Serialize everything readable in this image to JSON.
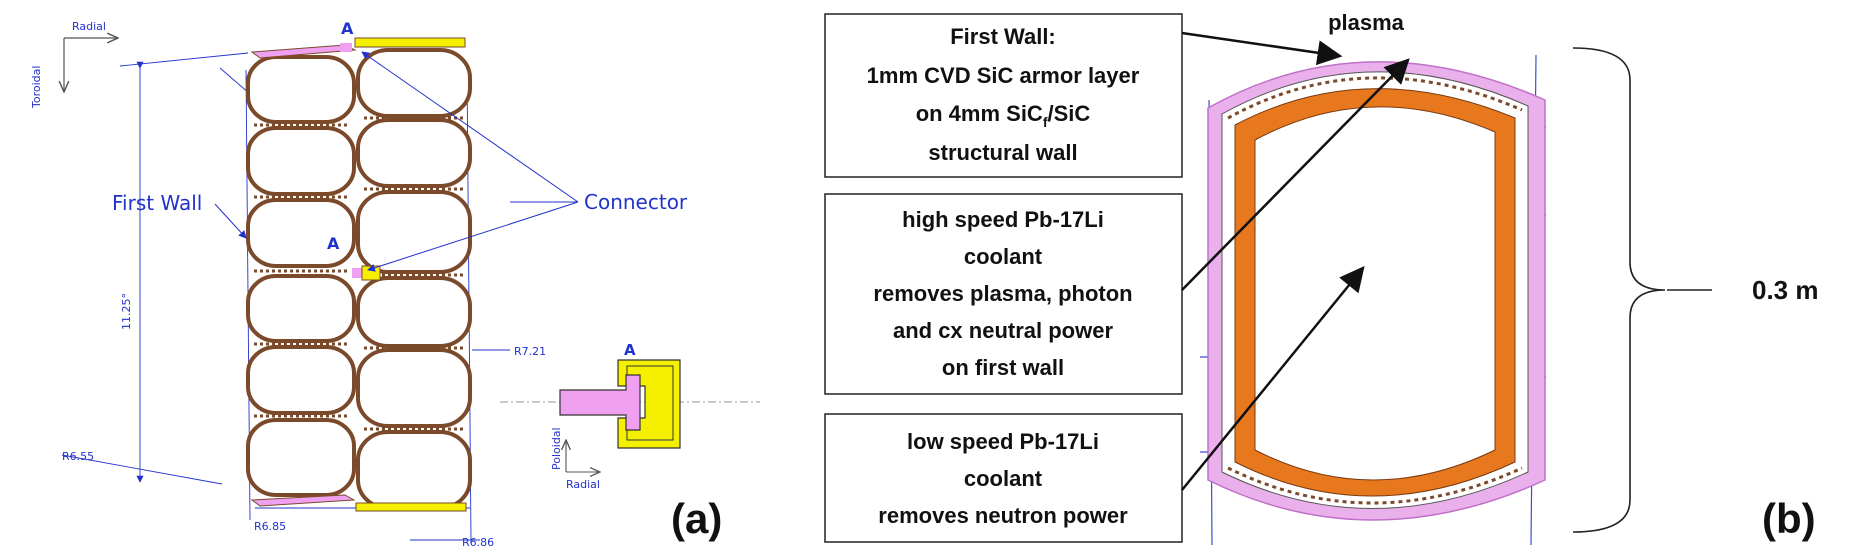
{
  "panel_a": {
    "panel_label": "(a)",
    "axis_radial": "Radial",
    "axis_toroidal": "Toroidal",
    "label_first_wall": "First  Wall",
    "label_connector": "Connector",
    "label_A_top": "A",
    "label_A_mid": "A",
    "label_angle": "11.25°",
    "label_r721": "R7.21",
    "label_r655": "R6.55",
    "label_r685": "R6.85",
    "label_r686": "R6.86",
    "detail_label": "A",
    "detail_poloidal": "Poloidal",
    "detail_radial": "Radial"
  },
  "panel_b": {
    "panel_label": "(b)",
    "plasma_label": "plasma",
    "dimension_label": "0.3 m",
    "box1": {
      "line1": "First Wall:",
      "line2": "1mm CVD SiC armor layer",
      "line3_prefix": "on  4mm SiC",
      "line3_sub": "f",
      "line3_suffix": "/SiC",
      "line4": "structural wall"
    },
    "box2": {
      "line1": "high speed Pb-17Li",
      "line2": "coolant",
      "line3": "removes plasma, photon",
      "line4": "and cx neutral power",
      "line5": "on first wall"
    },
    "box3": {
      "line1": "low speed Pb-17Li",
      "line2": "coolant",
      "line3": "removes neutron power"
    }
  },
  "colors": {
    "cad_blue": "#2233cc",
    "cell_brown": "#7a4a2a",
    "cell_fill": "#c9a27a",
    "pink": "#e8a8e8",
    "orange": "#e8781e",
    "yellow": "#f4f000"
  }
}
